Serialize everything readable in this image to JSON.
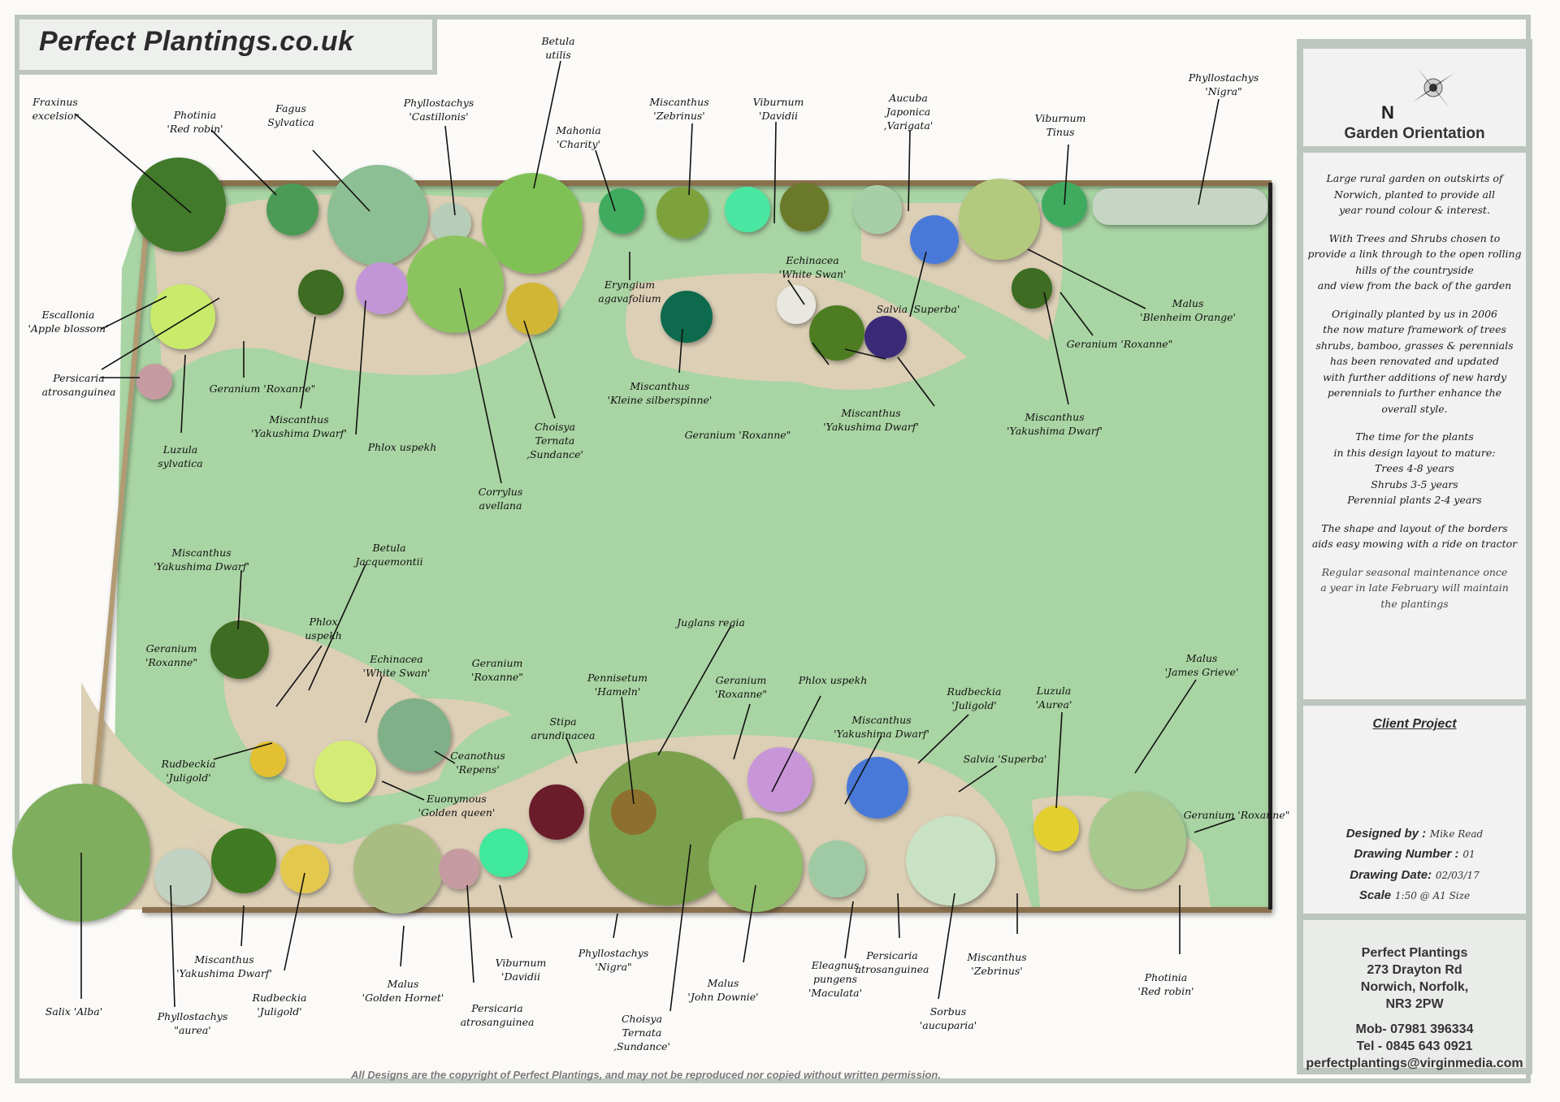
{
  "header": {
    "title": "Perfect Plantings.co.uk"
  },
  "colors": {
    "lawn": "#a9d4a3",
    "border_soil": "#dccfb6",
    "fence": "#8a6f4e",
    "frame": "#bcc6bf",
    "panel_bg": "#f1f2f1"
  },
  "plant_labels": [
    {
      "id": "fraxinus-excelsior",
      "lines": [
        "Fraxinus",
        "excelsior"
      ]
    },
    {
      "id": "photinia-red-robin-top",
      "lines": [
        "Photinia",
        "'Red robin'"
      ]
    },
    {
      "id": "fagus-sylvatica",
      "lines": [
        "Fagus",
        "Sylvatica"
      ]
    },
    {
      "id": "phyllostachys-castillonis",
      "lines": [
        "Phyllostachys",
        "'Castillonis'"
      ]
    },
    {
      "id": "betula-utilis",
      "lines": [
        "Betula",
        "utilis"
      ]
    },
    {
      "id": "mahonia-charity",
      "lines": [
        "Mahonia",
        "'Charity'"
      ]
    },
    {
      "id": "miscanthus-zebrinus-top",
      "lines": [
        "Miscanthus",
        "'Zebrinus'"
      ]
    },
    {
      "id": "viburnum-davidii-top",
      "lines": [
        "Viburnum",
        "'Davidii"
      ]
    },
    {
      "id": "aucuba-japonica",
      "lines": [
        "Aucuba",
        "Japonica",
        ",Varigata'"
      ]
    },
    {
      "id": "viburnum-tinus",
      "lines": [
        "Viburnum",
        "Tinus"
      ]
    },
    {
      "id": "phyllostachys-nigra-top",
      "lines": [
        "Phyllostachys",
        "'Nigra\""
      ]
    },
    {
      "id": "escallonia",
      "lines": [
        "Escallonia",
        "'Apple blossom'"
      ]
    },
    {
      "id": "persicaria-left",
      "lines": [
        "Persicaria",
        "atrosanguinea"
      ]
    },
    {
      "id": "luzula-sylvatica",
      "lines": [
        "Luzula",
        "sylvatica"
      ]
    },
    {
      "id": "geranium-roxanne-1",
      "lines": [
        "Geranium 'Roxanne\""
      ]
    },
    {
      "id": "miscanthus-yakushima-1",
      "lines": [
        "Miscanthus",
        "'Yakushima Dwarf'"
      ]
    },
    {
      "id": "phlox-uspekh-1",
      "lines": [
        "Phlox uspekh"
      ]
    },
    {
      "id": "corrylus-avellana",
      "lines": [
        "Corrylus",
        "avellana"
      ]
    },
    {
      "id": "choisya-ternata-1",
      "lines": [
        "Choisya",
        "Ternata",
        ",Sundance'"
      ]
    },
    {
      "id": "eryngium",
      "lines": [
        "Eryngium",
        "agavafolium"
      ]
    },
    {
      "id": "echinacea-white-swan-1",
      "lines": [
        "Echinacea",
        "'White Swan'"
      ]
    },
    {
      "id": "miscanthus-kleine",
      "lines": [
        "Miscanthus",
        "'Kleine silberspinne'"
      ]
    },
    {
      "id": "geranium-roxanne-2",
      "lines": [
        "Geranium 'Roxanne\""
      ]
    },
    {
      "id": "miscanthus-yakushima-2",
      "lines": [
        "Miscanthus",
        "'Yakushima Dwarf'"
      ]
    },
    {
      "id": "salvia-superba-1",
      "lines": [
        "Salvia 'Superba'"
      ]
    },
    {
      "id": "malus-blenheim",
      "lines": [
        "Malus",
        "'Blenheim Orange'"
      ]
    },
    {
      "id": "geranium-roxanne-3",
      "lines": [
        "Geranium 'Roxanne\""
      ]
    },
    {
      "id": "miscanthus-yakushima-3",
      "lines": [
        "Miscanthus",
        "'Yakushima Dwarf'"
      ]
    },
    {
      "id": "miscanthus-yakushima-4",
      "lines": [
        "Miscanthus",
        "'Yakushima Dwarf'"
      ]
    },
    {
      "id": "betula-jacquemontii",
      "lines": [
        "Betula",
        "Jacquemontii"
      ]
    },
    {
      "id": "geranium-roxanne-4",
      "lines": [
        "Geranium",
        "'Roxanne\""
      ]
    },
    {
      "id": "phlox-uspekh-2",
      "lines": [
        "Phlox",
        "uspekh"
      ]
    },
    {
      "id": "echinacea-white-swan-2",
      "lines": [
        "Echinacea",
        "'White Swan'"
      ]
    },
    {
      "id": "geranium-roxanne-5",
      "lines": [
        "Geranium",
        "'Roxanne\""
      ]
    },
    {
      "id": "rudbeckia-juligold-1",
      "lines": [
        "Rudbeckia",
        "'Juligold'"
      ]
    },
    {
      "id": "ceanothus-repens",
      "lines": [
        "Ceanothus",
        "'Repens'"
      ]
    },
    {
      "id": "euonymous",
      "lines": [
        "Euonymous",
        "'Golden queen'"
      ]
    },
    {
      "id": "juglans-regia",
      "lines": [
        "Juglans regia"
      ]
    },
    {
      "id": "pennisetum",
      "lines": [
        "Pennisetum",
        "'Hameln'"
      ]
    },
    {
      "id": "stipa",
      "lines": [
        "Stipa",
        "arundinacea"
      ]
    },
    {
      "id": "geranium-roxanne-6",
      "lines": [
        "Geranium",
        "'Roxanne\""
      ]
    },
    {
      "id": "phlox-uspekh-3",
      "lines": [
        "Phlox uspekh"
      ]
    },
    {
      "id": "miscanthus-yakushima-5",
      "lines": [
        "Miscanthus",
        "'Yakushima Dwarf'"
      ]
    },
    {
      "id": "rudbeckia-juligold-2",
      "lines": [
        "Rudbeckia",
        "'Juligold'"
      ]
    },
    {
      "id": "luzula-aurea",
      "lines": [
        "Luzula",
        "'Aurea'"
      ]
    },
    {
      "id": "salvia-superba-2",
      "lines": [
        "Salvia 'Superba'"
      ]
    },
    {
      "id": "malus-james-grieve",
      "lines": [
        "Malus",
        "'James Grieve'"
      ]
    },
    {
      "id": "geranium-roxanne-7",
      "lines": [
        "Geranium 'Roxanne\""
      ]
    },
    {
      "id": "salix-alba",
      "lines": [
        "Salix 'Alba'"
      ]
    },
    {
      "id": "phyllostachys-aurea",
      "lines": [
        "Phyllostachys",
        "\"aurea'"
      ]
    },
    {
      "id": "miscanthus-yakushima-6",
      "lines": [
        "Miscanthus",
        "'Yakushima Dwarf'"
      ]
    },
    {
      "id": "rudbeckia-juligold-3",
      "lines": [
        "Rudbeckia",
        "'Juligold'"
      ]
    },
    {
      "id": "malus-golden-hornet",
      "lines": [
        "Malus",
        "'Golden Hornet'"
      ]
    },
    {
      "id": "persicaria-bottom-1",
      "lines": [
        "Persicaria",
        "atrosanguinea"
      ]
    },
    {
      "id": "viburnum-davidii-bottom",
      "lines": [
        "Viburnum",
        "'Davidii"
      ]
    },
    {
      "id": "phyllostachys-nigra-bottom",
      "lines": [
        "Phyllostachys",
        "'Nigra\""
      ]
    },
    {
      "id": "choisya-ternata-2",
      "lines": [
        "Choisya",
        "Ternata",
        ",Sundance'"
      ]
    },
    {
      "id": "malus-john-downie",
      "lines": [
        "Malus",
        "'John Downie'"
      ]
    },
    {
      "id": "eleagnus",
      "lines": [
        "Eleagnus",
        "pungens",
        "'Maculata'"
      ]
    },
    {
      "id": "persicaria-bottom-2",
      "lines": [
        "Persicaria",
        "atrosanguinea"
      ]
    },
    {
      "id": "sorbus-aucuparia",
      "lines": [
        "Sorbus",
        "'aucuparia'"
      ]
    },
    {
      "id": "miscanthus-zebrinus-bottom",
      "lines": [
        "Miscanthus",
        "'Zebrinus'"
      ]
    },
    {
      "id": "photinia-red-robin-bottom",
      "lines": [
        "Photinia",
        "'Red robin'"
      ]
    }
  ],
  "orientation": {
    "compass_icon": "compass-rose-icon",
    "north_letter": "N",
    "title": "Garden Orientation"
  },
  "description": {
    "paragraphs": [
      "Large rural garden on outskirts of\nNorwich, planted to provide all\nyear round colour & interest.",
      "With Trees and Shrubs chosen to\nprovide a link through to the open rolling\nhills of the countryside\nand view from the back of the garden",
      "Originally planted by us in 2006\nthe now mature framework of trees\nshrubs, bamboo, grasses & perennials\nhas been renovated and updated\nwith further additions of new hardy\nperennials to  further enhance the\noverall style.",
      "The time for the plants\nin this design layout to mature:\nTrees 4-8 years\nShrubs 3-5 years\nPerennial plants 2-4 years",
      "The shape and layout of the borders\naids easy mowing with a ride on tractor",
      "Regular seasonal maintenance once\na year in late February will maintain\nthe plantings"
    ]
  },
  "client": {
    "title": "Client Project",
    "designed_by_label": "Designed by :",
    "designed_by": "Mike Read",
    "drawing_number_label": "Drawing Number :",
    "drawing_number": "01",
    "drawing_date_label": "Drawing Date:",
    "drawing_date": "02/03/17",
    "scale_label": "Scale",
    "scale": "1:50 @ A1 Size"
  },
  "contact": {
    "company": "Perfect Plantings",
    "address1": "273 Drayton Rd",
    "address2": "Norwich, Norfolk,",
    "postcode": "NR3 2PW",
    "mobile": "Mob- 07981 396334",
    "tel": "Tel - 0845 643 0921",
    "email": "perfectplantings@virginmedia.com"
  },
  "footer": {
    "copyright": "All Designs are the copyright of Perfect Plantings, and may not be reproduced nor copied without written permission."
  }
}
